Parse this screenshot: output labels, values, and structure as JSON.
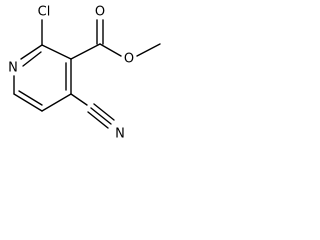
{
  "molecule": {
    "atoms": [
      {
        "id": "n1",
        "label": "N"
      },
      {
        "id": "cl",
        "label": "Cl"
      },
      {
        "id": "o-carbonyl",
        "label": "O"
      },
      {
        "id": "o-ester",
        "label": "O"
      },
      {
        "id": "n-nitrile",
        "label": "N"
      }
    ]
  },
  "colors": {
    "ink": "#000000",
    "background": "#ffffff"
  }
}
